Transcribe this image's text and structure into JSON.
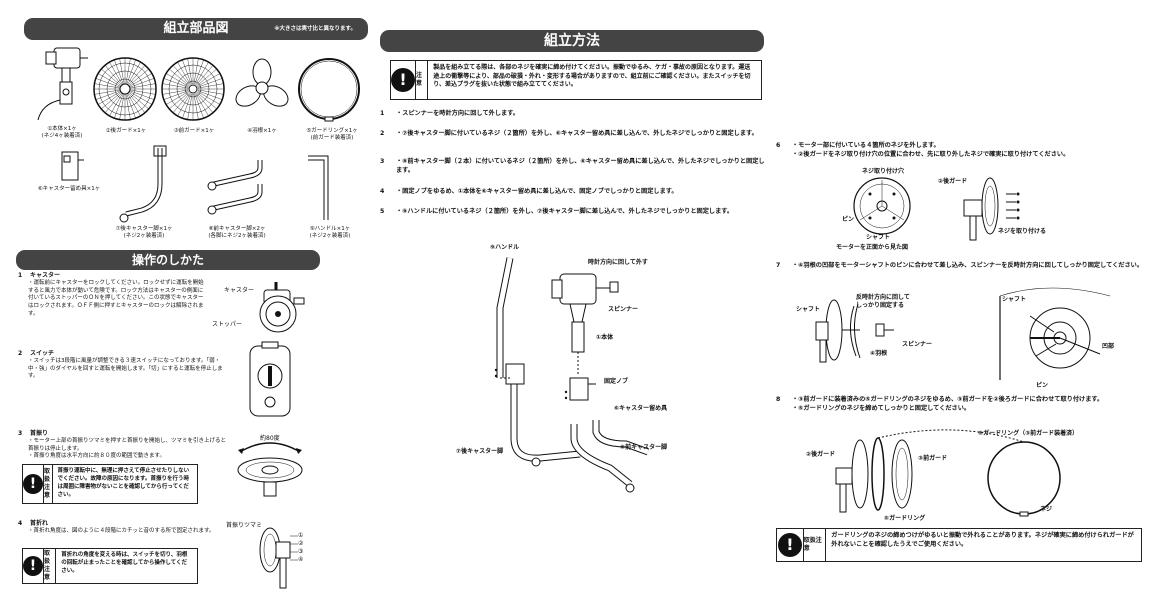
{
  "parts": {
    "title": "組立部品図",
    "note": "※大きさは実寸比と異なります。",
    "items": [
      {
        "label": "①本体×1ヶ\n(ネジ4ヶ装着済)"
      },
      {
        "label": "②後ガード×1ヶ"
      },
      {
        "label": "③前ガード×1ヶ"
      },
      {
        "label": "④羽根×1ヶ"
      },
      {
        "label": "⑤ガードリング×1ヶ\n(前ガード装着済)"
      },
      {
        "label": "⑥キャスター留め具×1ヶ"
      },
      {
        "label": "⑦後キャスター脚×1ヶ\n(ネジ2ヶ装着済)"
      },
      {
        "label": "⑧前キャスター脚×2ヶ\n(各脚にネジ2ヶ装着済)"
      },
      {
        "label": "⑨ハンドル×1ヶ\n(ネジ2ヶ装着済)"
      }
    ]
  },
  "operation": {
    "title": "操作のしかた",
    "sections": [
      {
        "num": "1",
        "heading": "キャスター",
        "body": "・運転前にキャスターをロックしてください。ロックせずに運転を開始すると風力で本体が動いて危険です。ロック方法はキャスターの側面に付いているストッパーのＯＮを押してください。この状態でキャスターはロックされます。ＯＦＦ側に押すとキャスターのロックは解除されます。"
      },
      {
        "num": "2",
        "heading": "スイッチ",
        "body": "・スイッチは3段階に風量が調整できる３速スイッチになっております。「弱・中・強」のダイヤルを回すと運転を開始します。「切」にすると運転を停止します。"
      },
      {
        "num": "3",
        "heading": "首振り",
        "body": "・モーター上部の首振りツマミを押すと首振りを開始し、ツマミを引き上げると首振りは停止します。\n・首振り角度は水平方向に約８０度の範囲で動きます。"
      },
      {
        "num": "4",
        "heading": "首折れ",
        "body": "・首折れ角度は、図のように４段階にカチッと音のする所で固定されます。"
      }
    ],
    "caution_label": "取扱注意",
    "caution3": "首振り運転中に、無理に押さえて停止させたりしないでください。故障の原因になります。首振りを行う時は周囲に障害物がないことを確認してから行ってください。",
    "caution4": "首折れの角度を変える時は、スイッチを切り、羽根の回転が止まったことを確認してから操作してください。",
    "labels": {
      "caster": "キャスター",
      "stopper": "ストッパー",
      "angle": "約80度",
      "tilt_knob": "首振りツマミ"
    }
  },
  "assembly": {
    "title": "組立方法",
    "caution_label": "注意",
    "caution": "製品を組み立てる際は、各部のネジを確実に締め付けてください。振動でゆるみ、ケガ・事故の原因となります。運送途上の衝撃等により、部品の破損・外れ・変形する場合がありますので、組立前にご確認ください。またスイッチを切り、差込プラグを抜いた状態で組み立ててください。",
    "steps": [
      {
        "num": "1",
        "text": "・スピンナーを時計方向に回して外します。"
      },
      {
        "num": "2",
        "text": "・⑦後キャスター脚に付いているネジ（２箇所）を外し、⑥キャスター留め具に差し込んで、外したネジでしっかりと固定します。"
      },
      {
        "num": "3",
        "text": "・⑧前キャスター脚（２本）に付いているネジ（２箇所）を外し、⑥キャスター留め具に差し込んで、外したネジでしっかりと固定します。"
      },
      {
        "num": "4",
        "text": "・固定ノブをゆるめ、①本体を⑥キャスター留め具に差し込んで、固定ノブでしっかりと固定します。"
      },
      {
        "num": "5",
        "text": "・⑨ハンドルに付いているネジ（２箇所）を外し、⑦後キャスター脚に差し込んで、外したネジでしっかりと固定します。"
      },
      {
        "num": "6",
        "text": "・モーター部に付いている４箇所のネジを外します。\n・②後ガードをネジ取り付け穴の位置に合わせ、先に取り外したネジで確実に取り付けてください。"
      },
      {
        "num": "7",
        "text": "・④羽根の凹部をモーターシャフトのピンに合わせて差し込み、スピンナーを反時計方向に回してしっかり固定してください。"
      },
      {
        "num": "8",
        "text": "・③前ガードに装着済みの⑤ガードリングのネジをゆるめ、③前ガードを②後ろガードに合わせて取り付けます。\n・⑤ガードリングのネジを締めてしっかりと固定してください。"
      }
    ],
    "labels": {
      "handle": "⑨ハンドル",
      "clockwise": "時計方向に回して外す",
      "spinner": "スピンナー",
      "body": "①本体",
      "knob": "固定ノブ",
      "stopper_bracket": "⑥キャスター留め具",
      "rear_leg": "⑦後キャスター脚",
      "front_leg": "⑧前キャスター脚",
      "screw_hole": "ネジ取り付け穴",
      "pin": "ピン",
      "shaft": "シャフト",
      "front_view": "モーターを正面から見た図",
      "rear_guard": "②後ガード",
      "attach_screw": "ネジを取り付ける",
      "shaft7": "シャフト",
      "ccw": "反時計方向に回して\nしっかり固定する",
      "spinner7": "スピンナー",
      "blade": "④羽根",
      "shaft7b": "シャフト",
      "recess": "凹部",
      "pin7": "ピン",
      "ring_top": "⑤ガードリング（③前ガード装着済）",
      "rear_guard8": "②後ガード",
      "front_guard8": "③前ガード",
      "screw8": "ネジ",
      "ring8": "⑤ガードリング"
    },
    "bottom_caution_label": "取扱注意",
    "bottom_caution": "ガードリングのネジの締めつけがゆるいと振動で外れることがあります。ネジが確実に締め付けられガードが外れないことを確認したうえでご使用ください。"
  }
}
